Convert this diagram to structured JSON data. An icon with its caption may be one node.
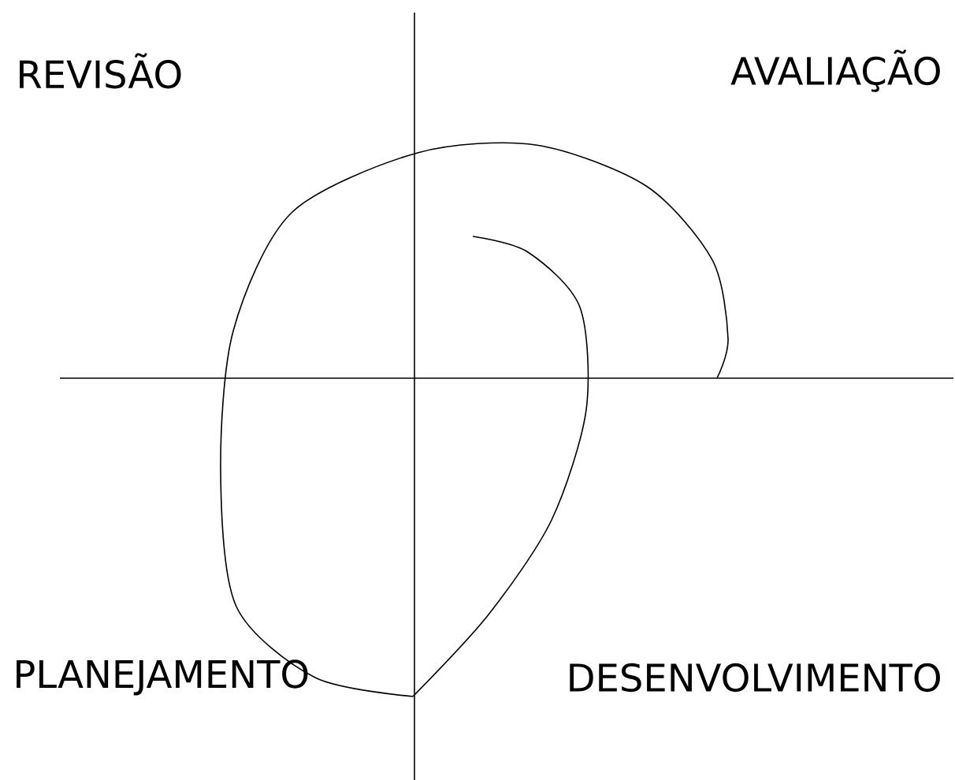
{
  "diagram": {
    "labels": [
      "REVISÃO",
      "AVALIAÇÃO",
      "PLANEJAMENTO",
      "DESENVOLVIMENTO"
    ]
  }
}
